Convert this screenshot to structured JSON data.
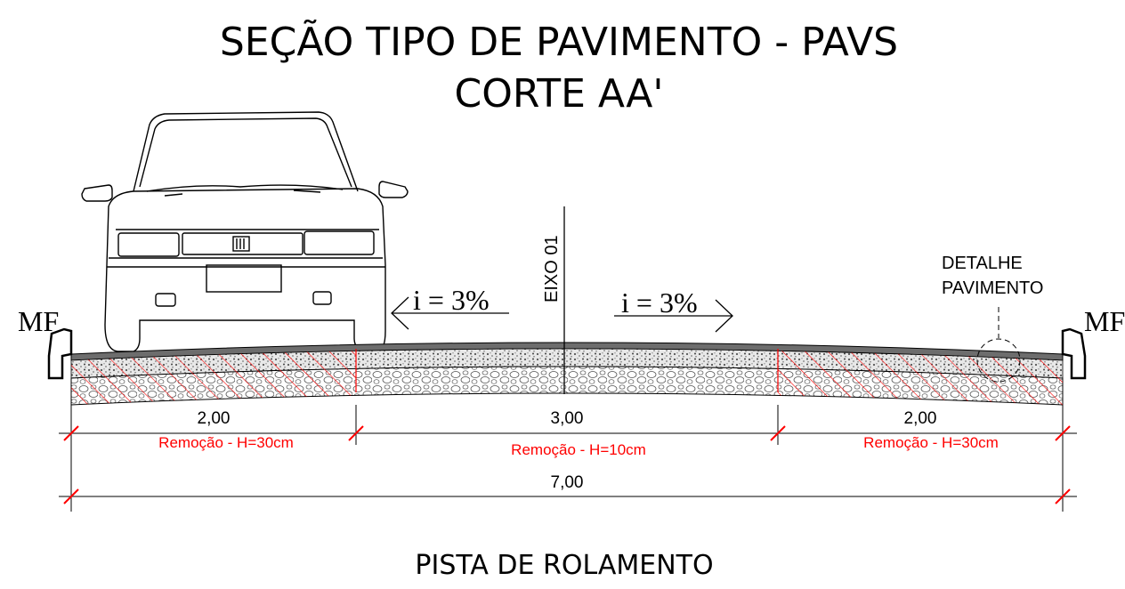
{
  "title": {
    "line1": "SEÇÃO TIPO DE PAVIMENTO - PAVS",
    "line2": "CORTE AA'"
  },
  "axis_label": "EIXO 01",
  "slope": {
    "left": "i = 3%",
    "right": "i = 3%"
  },
  "curb": {
    "left": "MF",
    "right": "MF"
  },
  "detail_label": {
    "line1": "DETALHE",
    "line2": "PAVIMENTO"
  },
  "dimensions": {
    "segments": [
      {
        "value": "2,00",
        "note": "Remoção - H=30cm"
      },
      {
        "value": "3,00",
        "note": "Remoção - H=10cm"
      },
      {
        "value": "2,00",
        "note": "Remoção - H=30cm"
      }
    ],
    "total": "7,00"
  },
  "footer": "PISTA DE ROLAMENTO",
  "colors": {
    "removal_hatch": "#ff0000",
    "asphalt": "#6d6d6d",
    "line": "#000000"
  }
}
